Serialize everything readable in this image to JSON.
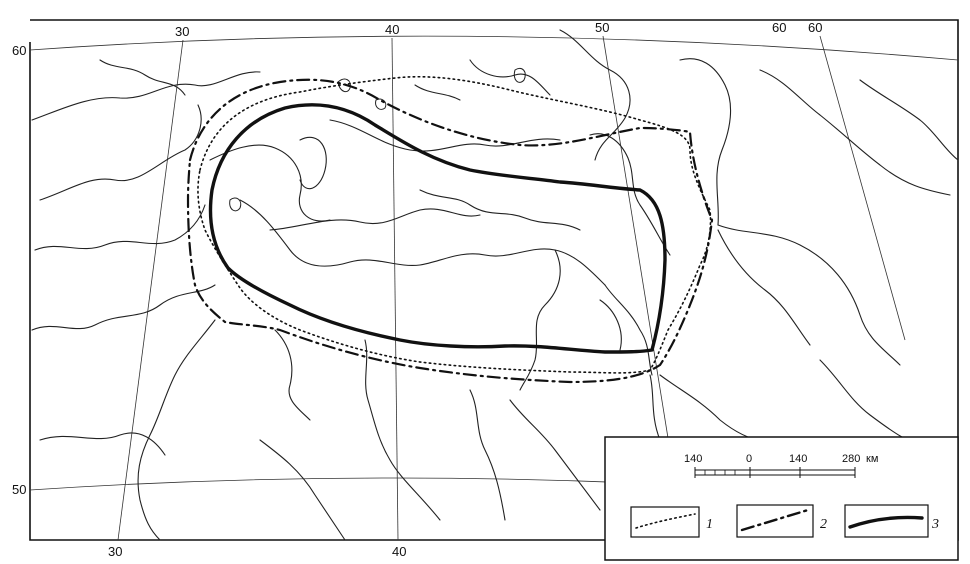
{
  "graticule": {
    "top_labels": [
      "30",
      "40",
      "50",
      "60",
      "60"
    ],
    "left_labels": [
      "60",
      "50"
    ],
    "bottom_labels": [
      "30",
      "40"
    ]
  },
  "legend": {
    "scale": {
      "ticks": [
        "140",
        "0",
        "140",
        "280"
      ],
      "unit": "км"
    },
    "items": [
      {
        "number": "1",
        "line_style": "dotted"
      },
      {
        "number": "2",
        "line_style": "dash-dot"
      },
      {
        "number": "3",
        "line_style": "solid"
      }
    ]
  },
  "colors": {
    "background": "#ffffff",
    "ink": "#111111"
  }
}
